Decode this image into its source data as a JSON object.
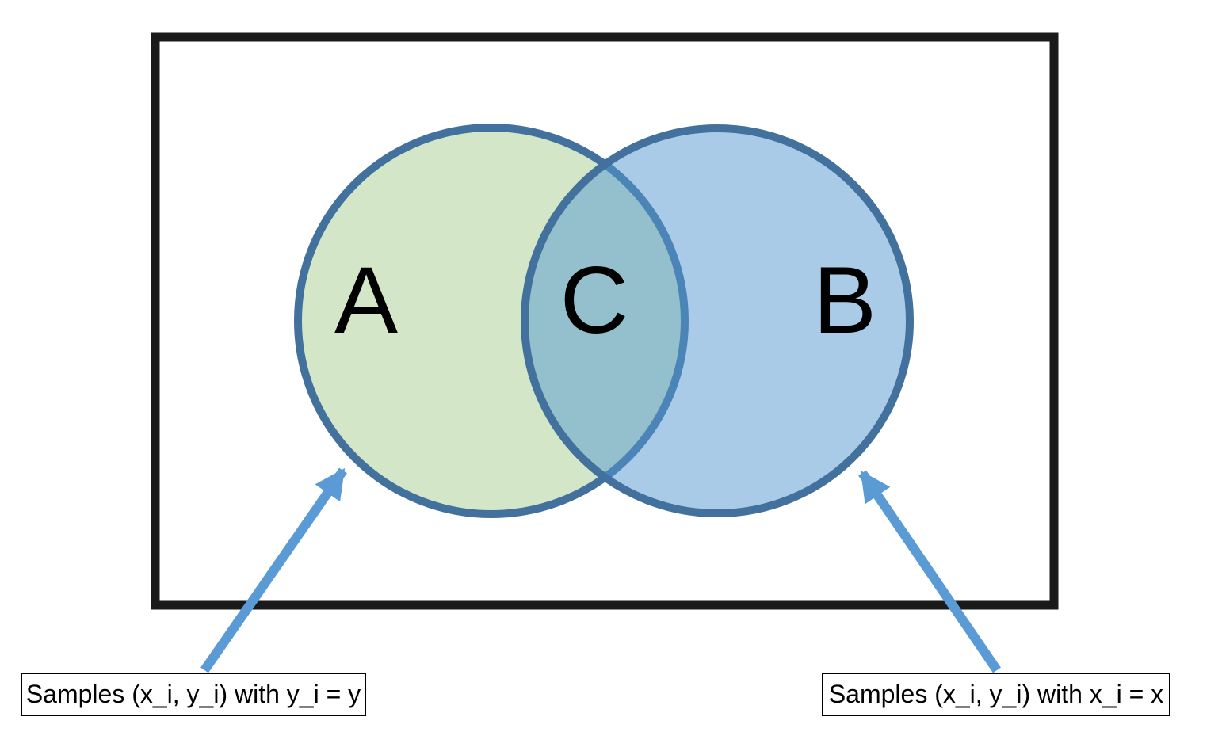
{
  "venn": {
    "labels": {
      "a": "A",
      "b": "B",
      "intersection": "C"
    },
    "colors": {
      "circle_stroke": "#41719c",
      "a_fill": "#d3e6c7",
      "b_fill": "#5597d1",
      "b_fill_opacity": "0.5",
      "arrow": "#5b9bd5",
      "frame": "#1a1a1a"
    }
  },
  "callouts": {
    "a": "Samples (x_i, y_i) with y_i = y",
    "b": "Samples (x_i, y_i) with x_i = x"
  }
}
